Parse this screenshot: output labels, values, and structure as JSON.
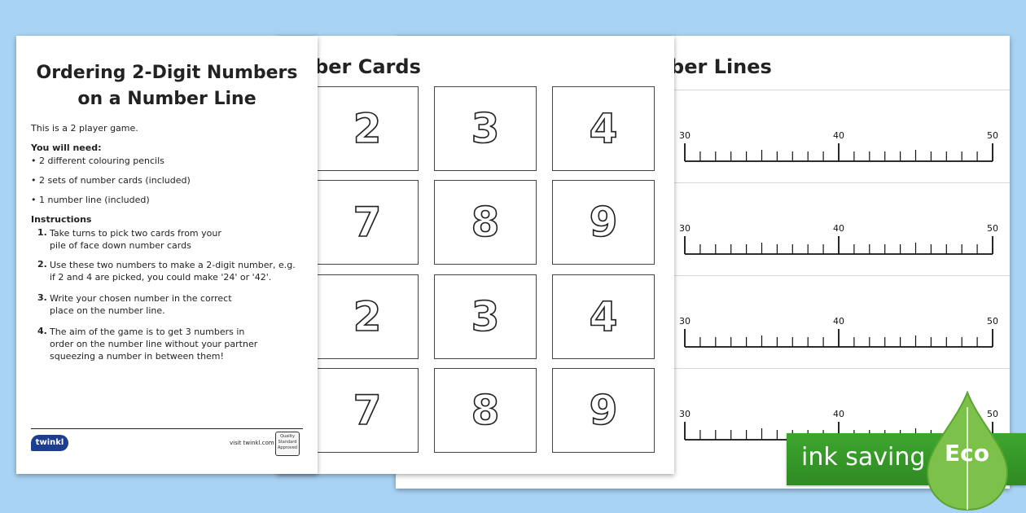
{
  "number_lines_sheet": {
    "heading": "mber Lines",
    "tick_labels": [
      "30",
      "40",
      "50"
    ]
  },
  "number_cards_sheet": {
    "heading": "umber Cards",
    "cards": [
      "2",
      "3",
      "4",
      "7",
      "8",
      "9",
      "2",
      "3",
      "4",
      "7",
      "8",
      "9"
    ]
  },
  "instructions_sheet": {
    "title_line1": "Ordering 2-Digit Numbers",
    "title_line2": "on a Number Line",
    "intro": "This is a 2 player game.",
    "you_will_need_heading": "You will need:",
    "needs": [
      "• 2 different colouring pencils",
      "• 2 sets of number cards (included)",
      "• 1 number line (included)"
    ],
    "instructions_heading": "Instructions",
    "steps": [
      {
        "num": "1.",
        "line1": "Take turns to pick two cards from your",
        "line2": "pile of face down number cards",
        "line3": ""
      },
      {
        "num": "2.",
        "line1": "Use these two numbers to make a 2-digit number, e.g.",
        "line2": "if 2 and 4 are picked, you could make '24' or '42'.",
        "line3": ""
      },
      {
        "num": "3.",
        "line1": "Write your chosen number in the correct",
        "line2": "place on the number line.",
        "line3": ""
      },
      {
        "num": "4.",
        "line1": "The aim of the game is to get 3 numbers in",
        "line2": "order on the number line without your partner",
        "line3": "squeezing a number in between them!"
      }
    ],
    "logo_text": "twinkl",
    "footer_link": "visit twinkl.com",
    "badge_text": "Quality Standard Approved"
  },
  "eco_badge": {
    "text": "ink saving",
    "label": "Eco",
    "colors": {
      "green": "#3da62e",
      "drop": "#7cc24a"
    }
  }
}
